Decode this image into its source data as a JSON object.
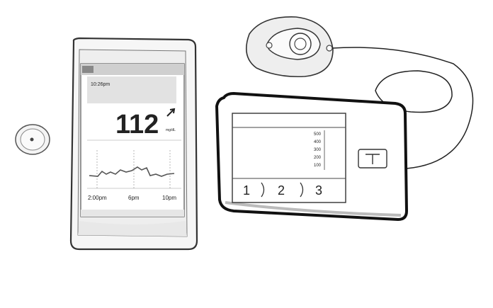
{
  "monitor": {
    "time": "10:26pm",
    "glucose_value": "112",
    "glucose_unit": "mg/dL",
    "graph_x_labels": [
      "2:00pm",
      "6pm",
      "10pm"
    ],
    "trend_icon": "arrow-up-right-icon"
  },
  "pump": {
    "y_scale_labels": [
      "500",
      "400",
      "300",
      "200",
      "100"
    ],
    "buttons": [
      "1",
      "2",
      "3"
    ],
    "side_button_icon": "t-button-icon"
  },
  "sensor": {
    "icon": "cgm-sensor-icon"
  },
  "infusion_set": {
    "icon": "infusion-site-icon"
  }
}
